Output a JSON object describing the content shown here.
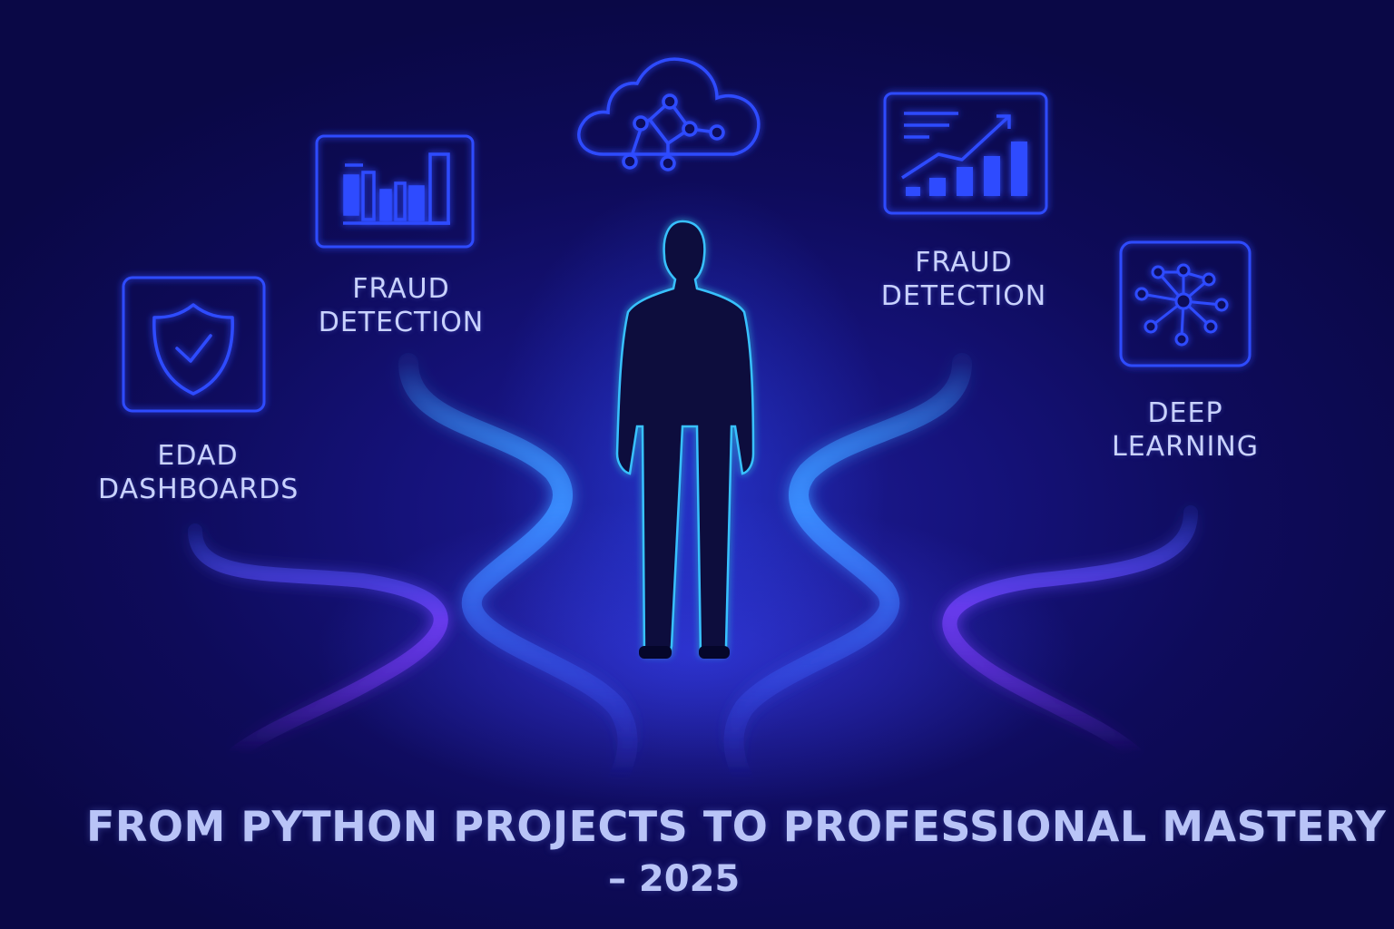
{
  "cards": [
    {
      "icon": "shield-check-icon",
      "label_line1": "EDAD",
      "label_line2": "DASHBOARDS"
    },
    {
      "icon": "bar-chart-icon",
      "label_line1": "FRAUD",
      "label_line2": "DETECTION"
    },
    {
      "icon": "cloud-network-icon"
    },
    {
      "icon": "growth-chart-icon",
      "label_line1": "FRAUD",
      "label_line2": "DETECTION"
    },
    {
      "icon": "neural-network-icon",
      "label_line1": "DEEP",
      "label_line2": "LEARNING"
    }
  ],
  "title": {
    "line1": "FROM PYTHON PROJECTS TO PROFESSIONAL MASTERY",
    "line2": "– 2025"
  },
  "colors": {
    "background": "#0e0b5a",
    "neon_blue": "#3b5bff",
    "path_blue": "#2f7bff",
    "path_purple": "#6b2bdc",
    "text": "#c9d2ff"
  }
}
